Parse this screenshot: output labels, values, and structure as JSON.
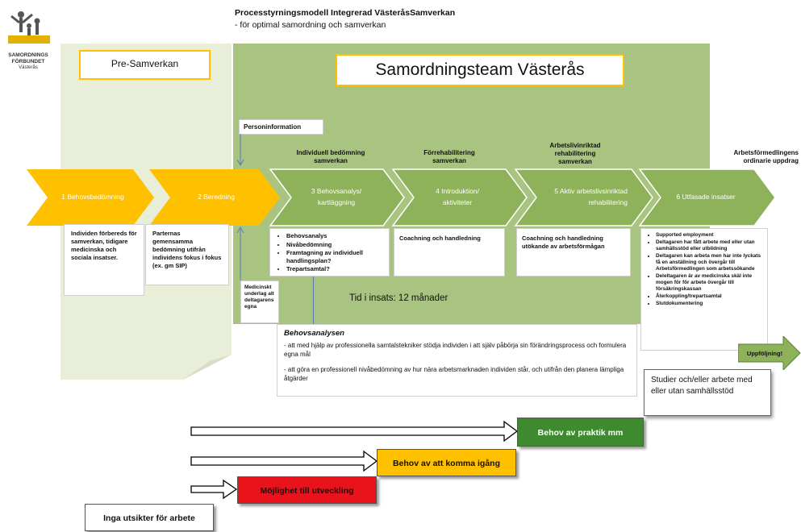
{
  "header": {
    "title": "Processtyrningsmodell Integrerad VästeråsSamverkan",
    "subtitle": "- för optimal samordning och samverkan"
  },
  "logo": {
    "line1": "SAMORDNINGS",
    "line2": "FÖRBUNDET",
    "line3": "Västerås"
  },
  "pre_samverkan_label": "Pre-Samverkan",
  "team_title": "Samordningsteam Västerås",
  "personinformation": "Personinformation",
  "phase_headers": [
    "Individuell bedömning samverkan",
    "Förrehabilitering samverkan",
    "Arbetslivinriktad rehabilitering samverkan",
    "Arbetsförmedlingens ordinarie uppdrag"
  ],
  "chevrons": [
    "1 Behovsbedömning",
    "2 Beredning",
    "3 Behovsanalys/ kartläggning",
    "4 Introduktion/ aktiviteter",
    "5 Aktiv arbetslivsinriktad rehabilitering",
    "6 Utfasade insatser"
  ],
  "box1": "Individen förbereds för samverkan, tidigare medicinska och sociala insatser.",
  "box2": "Parternas gemensamma bedömning utifrån individens fokus i fokus (ex. gm SIP)",
  "box3_items": [
    "Behovsanalys",
    "Nivåbedömning",
    "Framtagning av individuell handlingsplan?",
    "Trepartsamtal?"
  ],
  "box4": "Coachning och handledning",
  "box5": "Coachning och handledning utökande av arbetsförmågan",
  "box6_items": [
    "Supported employment",
    "Deltagaren har fått arbete med eller utan samhällsstöd eller utbildning",
    "Deltagaren kan arbeta men har inte lyckats få en anställning och övergår till Arbetsförmedlingen som arbetssökande",
    "Deleltagaren är av medicinska skäl inte mogen för för arbete övergår till försäkringskassan",
    "Återkoppling/trepartsamtal",
    "Slutdokumentering"
  ],
  "medicinskt": "Medicinskt underlag alt deltagarens egna",
  "tid_i_insats": "Tid i insats: 12 månader",
  "behovsanalysen": {
    "title": "Behovsanalysen",
    "p1": "- att med hjälp av professionella samtalstekniker stödja individen i att själv påbörja sin förändringsprocess och formulera egna mål",
    "p2": "- att göra en professionell nivåbedömning av hur nära arbetsmarknaden individen står, och utifrån den planera lämpliga åtgärder"
  },
  "uppfoljning": "Uppföljning!",
  "studier": "Studier och/eller arbete med eller utan samhällsstöd",
  "steps": [
    "Inga utsikter för arbete",
    "Möjlighet till utveckling",
    "Behov av att komma igång",
    "Behov av praktik mm"
  ],
  "colors": {
    "green_area": "#a9c481",
    "pre_area": "#e9eed8",
    "chevron_yellow": "#ffc000",
    "chevron_green": "#8db25a",
    "step_red": "#e8131b",
    "step_yellow": "#ffc000",
    "step_green": "#3e8a2e",
    "title_border": "#ffc000"
  }
}
